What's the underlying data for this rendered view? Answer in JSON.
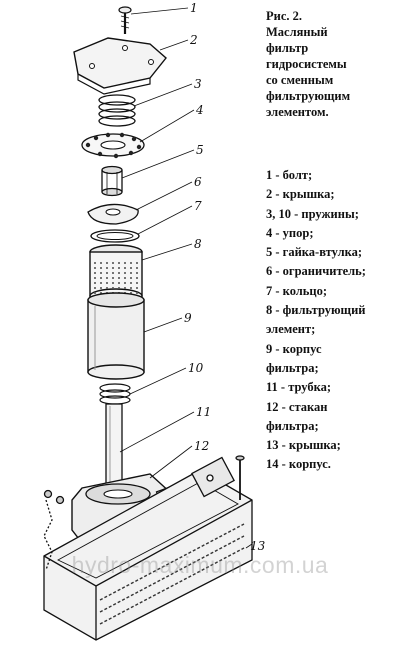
{
  "caption": {
    "lines": [
      "Рис. 2.",
      "Масляный",
      "фильтр",
      "гидросистемы",
      "со сменным",
      "фильтрующим",
      "элементом."
    ]
  },
  "legend": [
    "1 - болт;",
    "2 - крышка;",
    "3, 10 - пружины;",
    "4 - упор;",
    "5 - гайка-втулка;",
    "6 - ограничитель;",
    "7 - кольцо;",
    "8 - фильтрующий",
    "элемент;",
    "9 - корпус",
    "фильтра;",
    "11 - трубка;",
    "12 - стакан",
    "фильтра;",
    "13 - крышка;",
    "14 - корпус."
  ],
  "callouts": [
    "1",
    "2",
    "3",
    "4",
    "5",
    "6",
    "7",
    "8",
    "9",
    "10",
    "11",
    "12",
    "13"
  ],
  "watermark": "hydro-maximum.com.ua"
}
